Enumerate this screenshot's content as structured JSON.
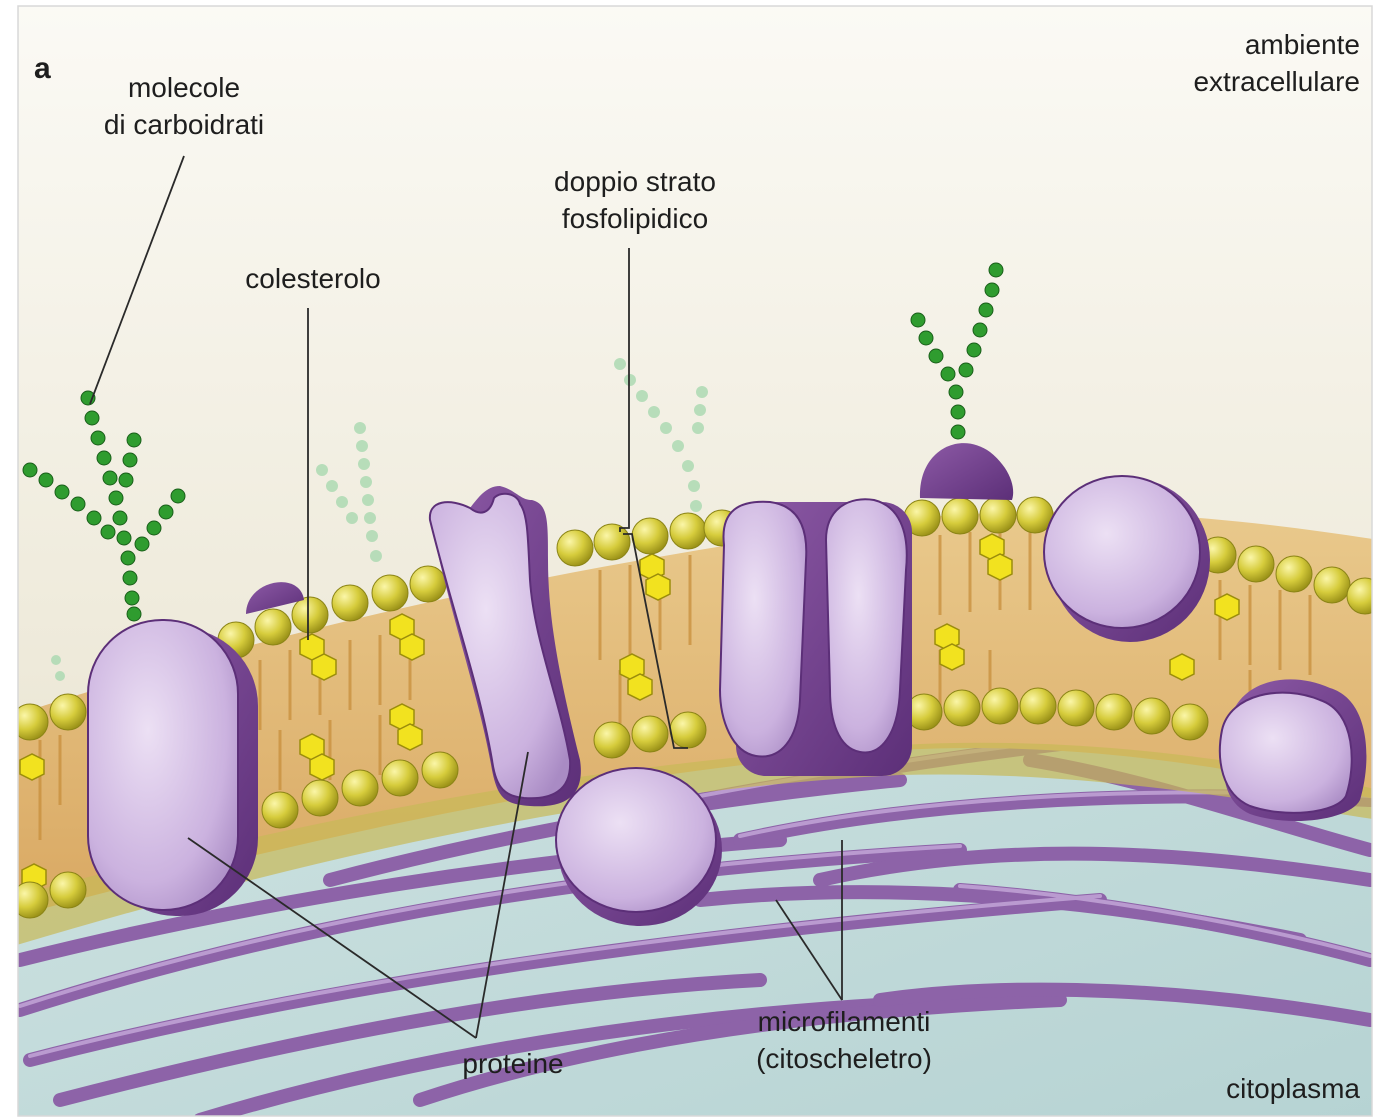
{
  "figure": {
    "panel_letter": "a",
    "labels": {
      "carbohydrates": [
        "molecole",
        "di carboidrati"
      ],
      "cholesterol": "colesterolo",
      "bilayer": [
        "doppio strato",
        "fosfolipidico"
      ],
      "extracellular": [
        "ambiente",
        "extracellulare"
      ],
      "proteins": "proteine",
      "microfilaments": [
        "microfilamenti",
        "(citoscheletro)"
      ],
      "cytoplasm": "citoplasma"
    }
  }
}
